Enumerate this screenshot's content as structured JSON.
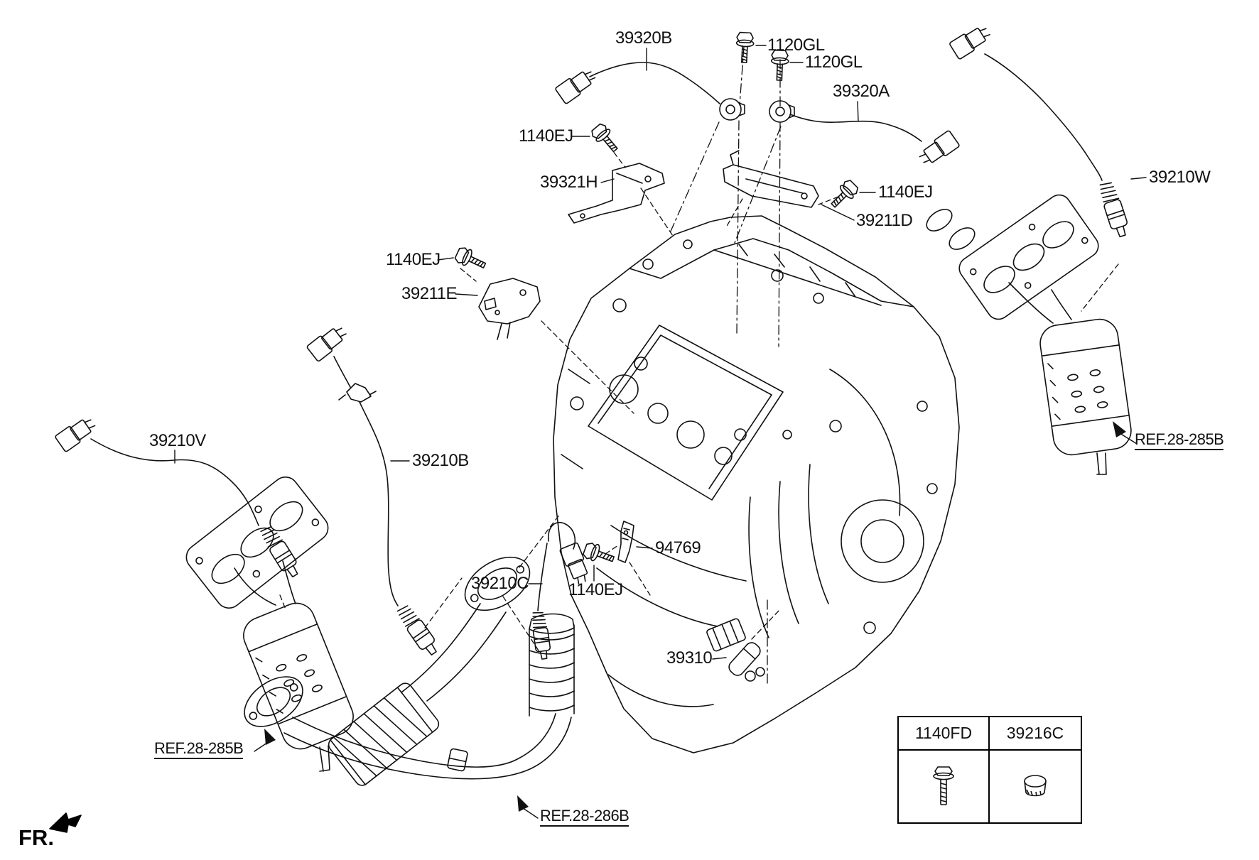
{
  "labels": {
    "l39320B": "39320B",
    "l1120GL_1": "1120GL",
    "l1120GL_2": "1120GL",
    "l39320A": "39320A",
    "l1140EJ_1": "1140EJ",
    "l39321H": "39321H",
    "l1140EJ_2": "1140EJ",
    "l39211D": "39211D",
    "l39210W": "39210W",
    "l1140EJ_3": "1140EJ",
    "l39211E": "39211E",
    "l39210V": "39210V",
    "l39210B": "39210B",
    "l39210C": "39210C",
    "l1140EJ_4": "1140EJ",
    "l94769": "94769",
    "l39310": "39310",
    "ref_285B_right": "REF.28-285B",
    "ref_285B_left": "REF.28-285B",
    "ref_286B": "REF.28-286B"
  },
  "legend_table": {
    "columns": [
      "1140FD",
      "39216C"
    ],
    "column_icons": [
      "bolt-icon",
      "plug-icon"
    ]
  },
  "direction_indicator": "FR.",
  "colors": {
    "line": "#111111",
    "background": "#ffffff"
  }
}
